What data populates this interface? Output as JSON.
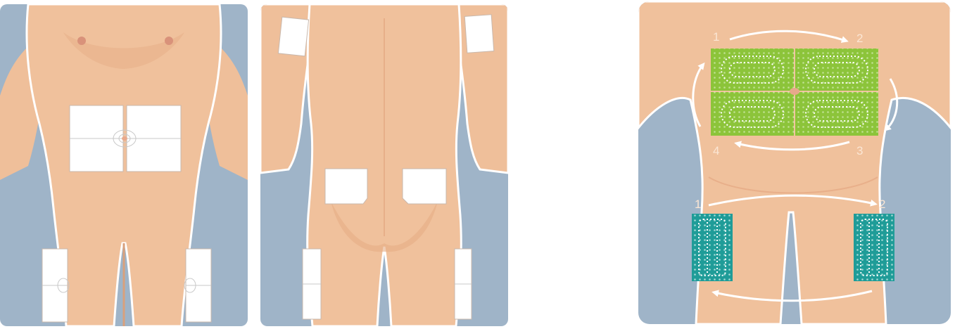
{
  "colors": {
    "background_blue": "#9eb3c6",
    "skin": "#efbf9a",
    "skin_shadow": "#e2a47e",
    "patch_white": "#ffffff",
    "abdomen_zone_green": "#8cc43a",
    "thigh_zone_teal": "#1f9c98",
    "arrow": "#ffffff"
  },
  "panels": {
    "front": {
      "name": "front-view"
    },
    "back": {
      "name": "back-view"
    },
    "zones": {
      "name": "rotation-zones",
      "abdomen_labels": [
        "1",
        "2",
        "3",
        "4"
      ],
      "thigh_labels": [
        "1",
        "2"
      ]
    }
  }
}
